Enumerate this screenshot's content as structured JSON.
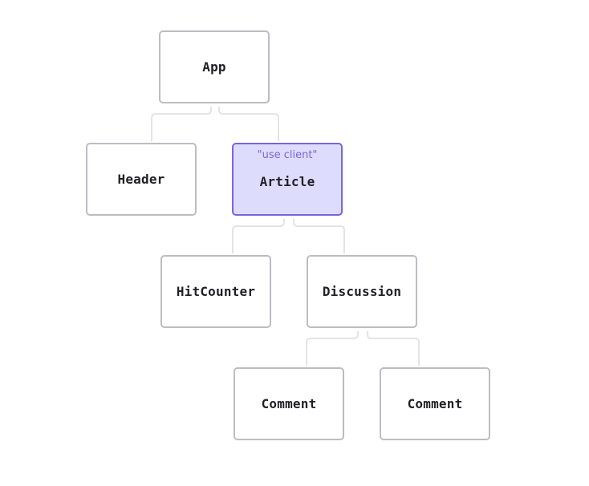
{
  "diagram": {
    "nodes": {
      "app": {
        "label": "App"
      },
      "header": {
        "label": "Header"
      },
      "article": {
        "label": "Article",
        "directive": "\"use client\""
      },
      "hitcounter": {
        "label": "HitCounter"
      },
      "discussion": {
        "label": "Discussion"
      },
      "comment1": {
        "label": "Comment"
      },
      "comment2": {
        "label": "Comment"
      }
    },
    "colors": {
      "node_border": "#bdbcc4",
      "connector": "#e4e3e8",
      "client_border": "#7a64dc",
      "client_fill": "#dedcfc",
      "directive_text": "#7a64dc"
    }
  }
}
